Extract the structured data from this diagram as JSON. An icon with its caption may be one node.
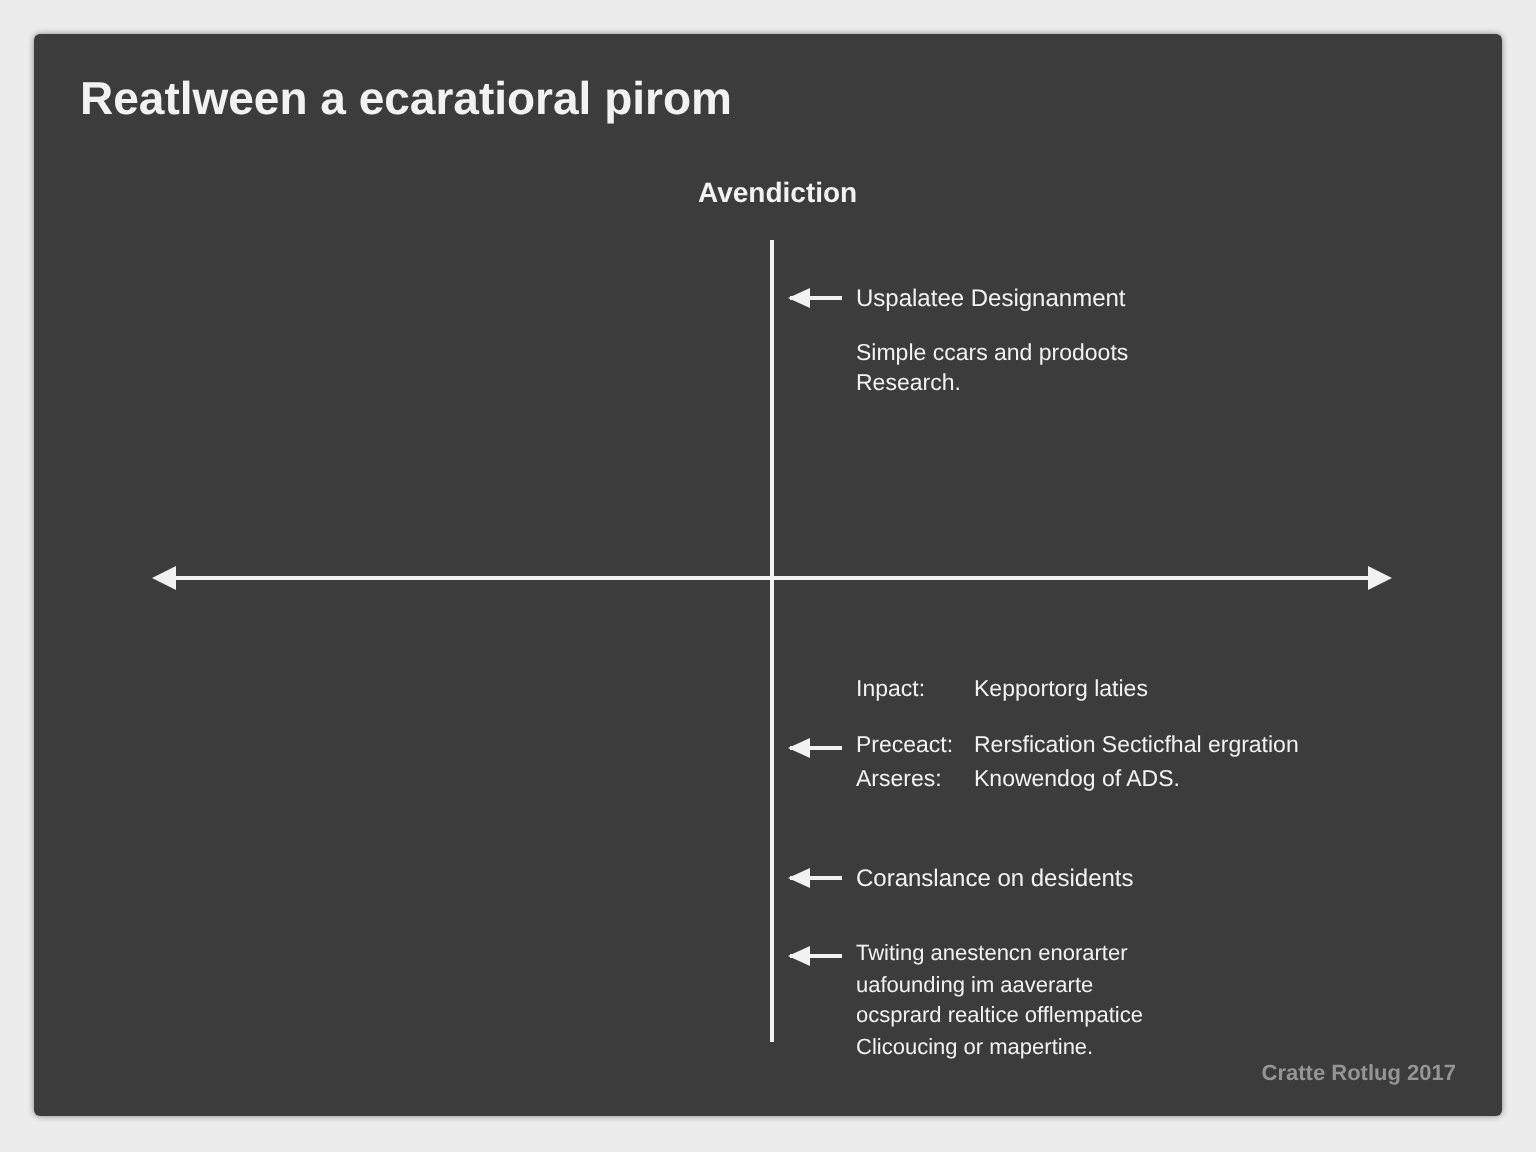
{
  "diagram": {
    "title": "Reatlween a ecaratioral pirom",
    "nodes": [
      {
        "text": [
          "Uspalatee Designanment",
          "Simple ccars and prodoots Research."
        ]
      },
      {
        "text": [
          "Inpact:",
          "Kepportorg laties",
          "Preceact:",
          "Rersfication Secticfhal ergration",
          "Arseres:",
          "Knowendog of ADS."
        ]
      },
      {
        "text": [
          "Coranslance on desidents"
        ]
      },
      {
        "text": [
          "Twiting anestencn enorarter uafounding im aaverarte ocsprard realtice offlempatice Clicoucing or mapertine."
        ]
      }
    ],
    "edges": [
      {
        "from": 0,
        "to": null,
        "arrow": "to"
      },
      {
        "from": 1,
        "to": null,
        "arrow": "to"
      },
      {
        "from": 2,
        "to": null,
        "arrow": "to"
      },
      {
        "from": 3,
        "to": null,
        "arrow": "to"
      }
    ],
    "labels": [
      "Avendiction",
      "Cratte Rotlug 2017"
    ]
  }
}
